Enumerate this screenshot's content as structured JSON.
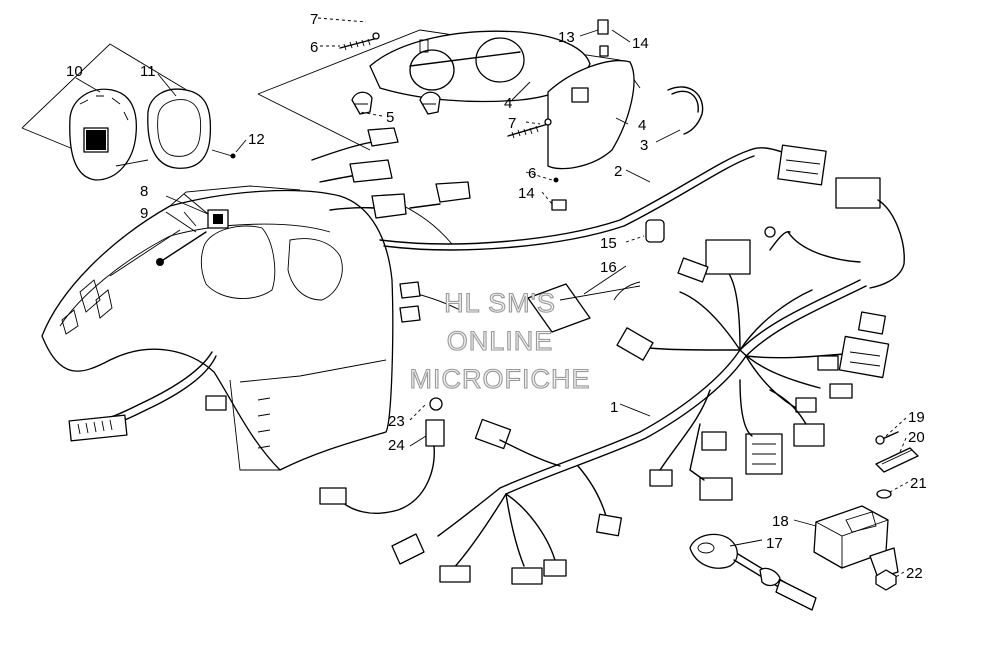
{
  "diagram": {
    "callouts": [
      {
        "id": "c1",
        "text": "1"
      },
      {
        "id": "c2",
        "text": "2"
      },
      {
        "id": "c3",
        "text": "3"
      },
      {
        "id": "c4a",
        "text": "4"
      },
      {
        "id": "c4b",
        "text": "4"
      },
      {
        "id": "c5",
        "text": "5"
      },
      {
        "id": "c6a",
        "text": "6"
      },
      {
        "id": "c6b",
        "text": "6"
      },
      {
        "id": "c7a",
        "text": "7"
      },
      {
        "id": "c7b",
        "text": "7"
      },
      {
        "id": "c8",
        "text": "8"
      },
      {
        "id": "c9",
        "text": "9"
      },
      {
        "id": "c10",
        "text": "10"
      },
      {
        "id": "c11",
        "text": "11"
      },
      {
        "id": "c12",
        "text": "12"
      },
      {
        "id": "c13",
        "text": "13"
      },
      {
        "id": "c14a",
        "text": "14"
      },
      {
        "id": "c14b",
        "text": "14"
      },
      {
        "id": "c15",
        "text": "15"
      },
      {
        "id": "c16",
        "text": "16"
      },
      {
        "id": "c17",
        "text": "17"
      },
      {
        "id": "c18",
        "text": "18"
      },
      {
        "id": "c19",
        "text": "19"
      },
      {
        "id": "c20",
        "text": "20"
      },
      {
        "id": "c21",
        "text": "21"
      },
      {
        "id": "c22",
        "text": "22"
      },
      {
        "id": "c23",
        "text": "23"
      },
      {
        "id": "c24",
        "text": "24"
      }
    ],
    "watermark": {
      "line1": "HL SM'S",
      "line2": "ONLINE",
      "line3": "MICROFICHE"
    }
  }
}
